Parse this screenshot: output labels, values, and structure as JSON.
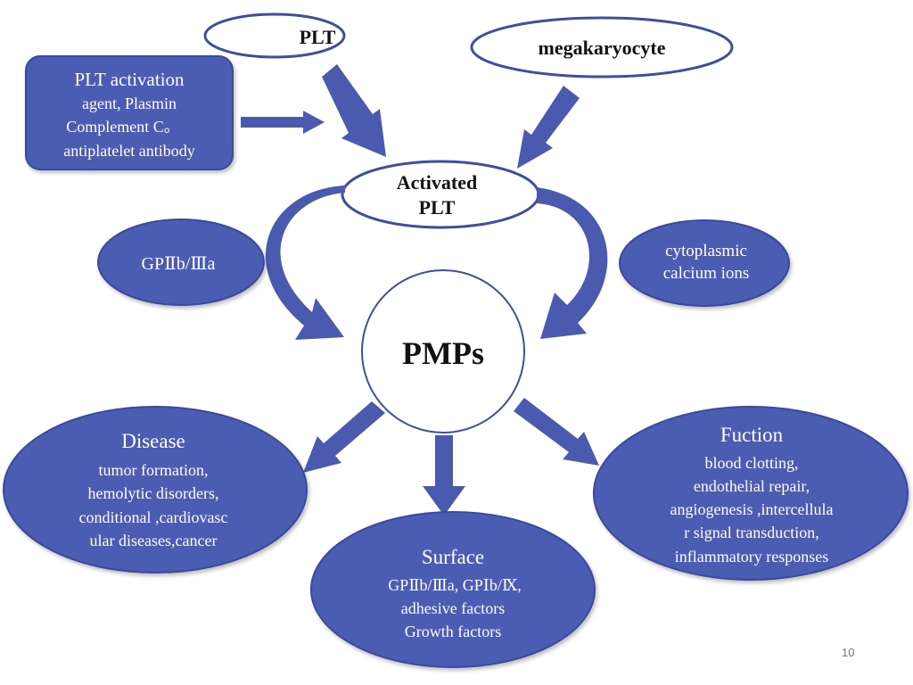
{
  "colors": {
    "node_fill": "#4B5CB3",
    "node_stroke": "#3B4A9A",
    "outline": "#3F4E9E",
    "arrow": "#4A5AAE",
    "white_text": "#FFFFFF",
    "dark_text": "#111111"
  },
  "nodes": {
    "plt": {
      "label": "PLT"
    },
    "megakaryocyte": {
      "label": "megakaryocyte"
    },
    "activation": {
      "lines": [
        "PLT activation",
        "agent, Plasmin",
        "Complement C。",
        "antiplatelet antibody"
      ]
    },
    "activated": {
      "lines": [
        "Activated",
        "PLT"
      ]
    },
    "gp": {
      "label": "GPⅡb/Ⅲa"
    },
    "calcium": {
      "lines": [
        "cytoplasmic",
        "calcium ions"
      ]
    },
    "pmps": {
      "label": "PMPs"
    },
    "disease": {
      "title": "Disease",
      "lines": [
        "tumor formation,",
        "hemolytic disorders,",
        "conditional ,cardiovasc",
        "ular diseases,cancer"
      ]
    },
    "surface": {
      "title": "Surface",
      "lines": [
        "GPⅡb/Ⅲa, GPⅠb/Ⅸ,",
        "adhesive factors",
        "Growth factors"
      ]
    },
    "function": {
      "title": "Fuction",
      "lines": [
        "blood clotting,",
        "endothelial repair,",
        "angiogenesis ,intercellula",
        "r signal transduction,",
        "inflammatory responses"
      ]
    }
  },
  "page_number": "10"
}
